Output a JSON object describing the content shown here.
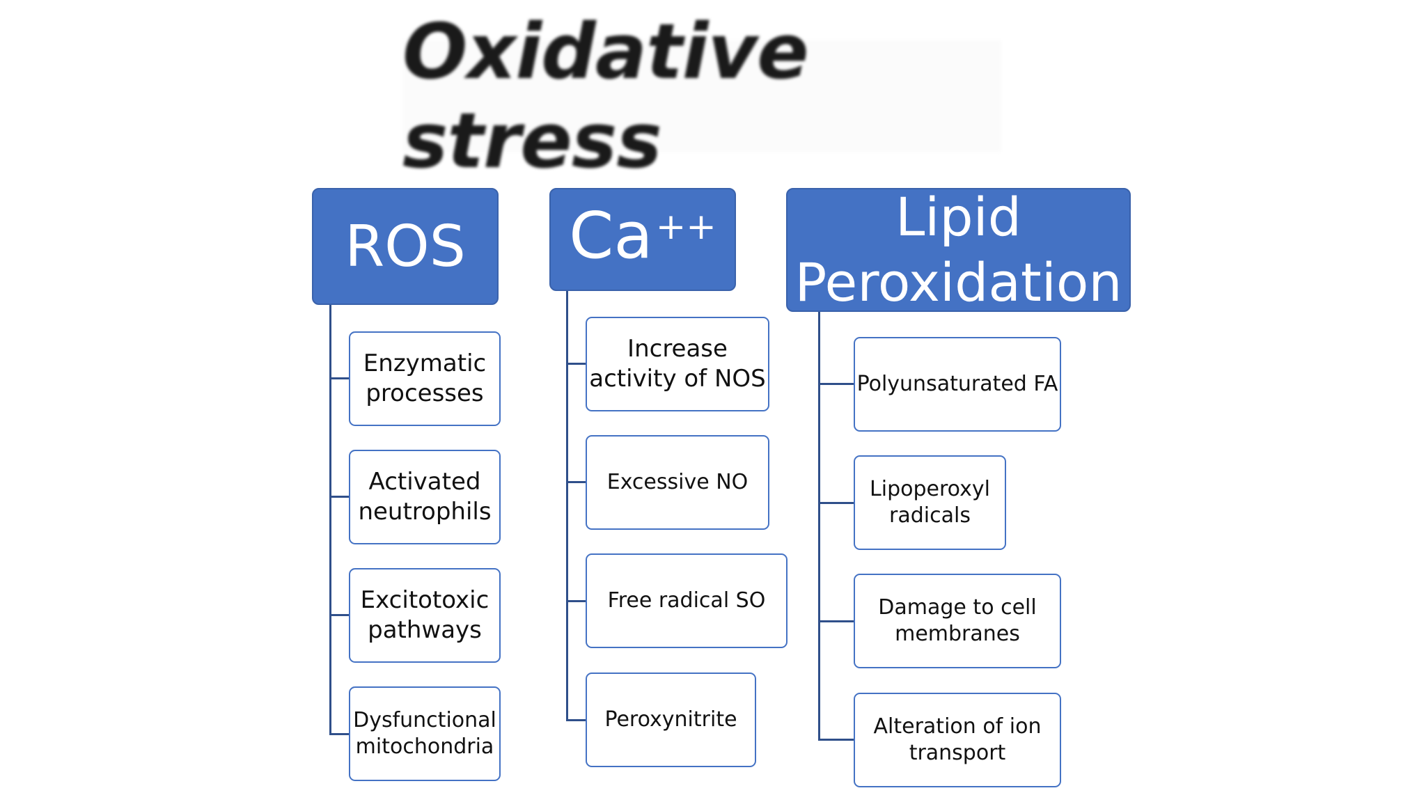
{
  "title": "Oxidative stress",
  "columns": [
    {
      "header": "ROS",
      "items": [
        "Enzymatic processes",
        "Activated neutrophils",
        "Excitotoxic pathways",
        "Dysfunctional mitochondria"
      ]
    },
    {
      "header": "Ca",
      "header_sup": "++",
      "items": [
        "Increase activity of NOS",
        "Excessive NO",
        "Free radical SO",
        "Peroxynitrite"
      ]
    },
    {
      "header": "Lipid Peroxidation",
      "items": [
        "Polyunsaturated FA",
        "Lipoperoxyl radicals",
        "Damage to cell membranes",
        "Alteration of ion transport"
      ]
    }
  ],
  "colors": {
    "header_fill": "#4472c4",
    "box_border": "#4472c4",
    "connector": "#2f4f8a"
  }
}
